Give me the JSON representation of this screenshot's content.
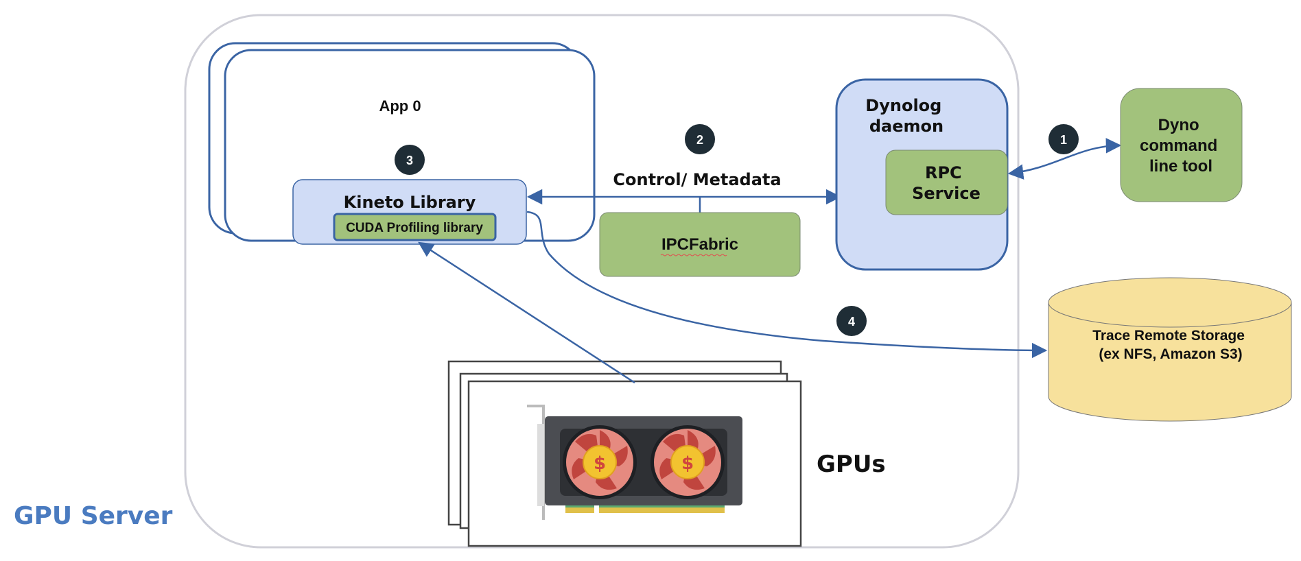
{
  "server": {
    "label": "GPU Server"
  },
  "app": {
    "label": "App 0"
  },
  "kineto": {
    "label": "Kineto Library",
    "cuda_label": "CUDA Profiling library"
  },
  "control": {
    "label": "Control/ Metadata"
  },
  "ipc": {
    "label": "IPCFabric"
  },
  "dynolog": {
    "line1": "Dynolog",
    "line2": "daemon"
  },
  "rpc": {
    "line1": "RPC",
    "line2": "Service"
  },
  "dyno_cli": {
    "line1": "Dyno",
    "line2": "command",
    "line3": "line tool"
  },
  "storage": {
    "line1": "Trace Remote Storage",
    "line2": "(ex NFS, Amazon S3)"
  },
  "gpus": {
    "label": "GPUs"
  },
  "badges": {
    "b1": "1",
    "b2": "2",
    "b3": "3",
    "b4": "4"
  },
  "colors": {
    "blue_box": "#d0dcf6",
    "blue_stroke": "#3a64a4",
    "green_box": "#a2c27c",
    "yellow_cyl": "#f7e19c",
    "badge": "#1f2d36",
    "server_label": "#4a7bc0"
  }
}
